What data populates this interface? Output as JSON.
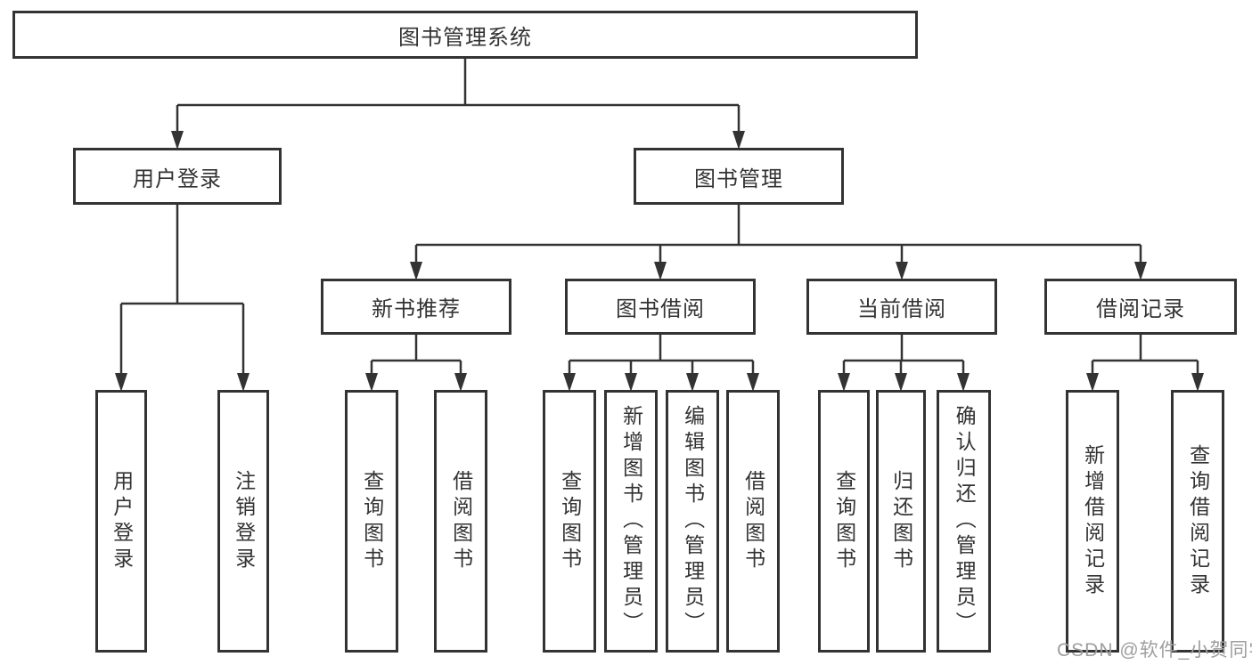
{
  "diagram": {
    "root": {
      "label": "图书管理系统"
    },
    "level1": [
      {
        "label": "用户登录"
      },
      {
        "label": "图书管理"
      }
    ],
    "level2": [
      {
        "label": "新书推荐"
      },
      {
        "label": "图书借阅"
      },
      {
        "label": "当前借阅"
      },
      {
        "label": "借阅记录"
      }
    ],
    "leaves": [
      {
        "label": "用户登录"
      },
      {
        "label": "注销登录"
      },
      {
        "label": "查询图书"
      },
      {
        "label": "借阅图书"
      },
      {
        "label": "查询图书"
      },
      {
        "label": "新增图书（管理员）"
      },
      {
        "label": "编辑图书（管理员）"
      },
      {
        "label": "借阅图书"
      },
      {
        "label": "查询图书"
      },
      {
        "label": "归还图书"
      },
      {
        "label": "确认归还（管理员）"
      },
      {
        "label": "新增借阅记录"
      },
      {
        "label": "查询借阅记录"
      }
    ]
  },
  "watermark": {
    "text": "CSDN @软件_小贺同学"
  },
  "colors": {
    "line": "#333333",
    "text": "#333333",
    "watermark": "#9e9e9e",
    "background": "#ffffff"
  }
}
